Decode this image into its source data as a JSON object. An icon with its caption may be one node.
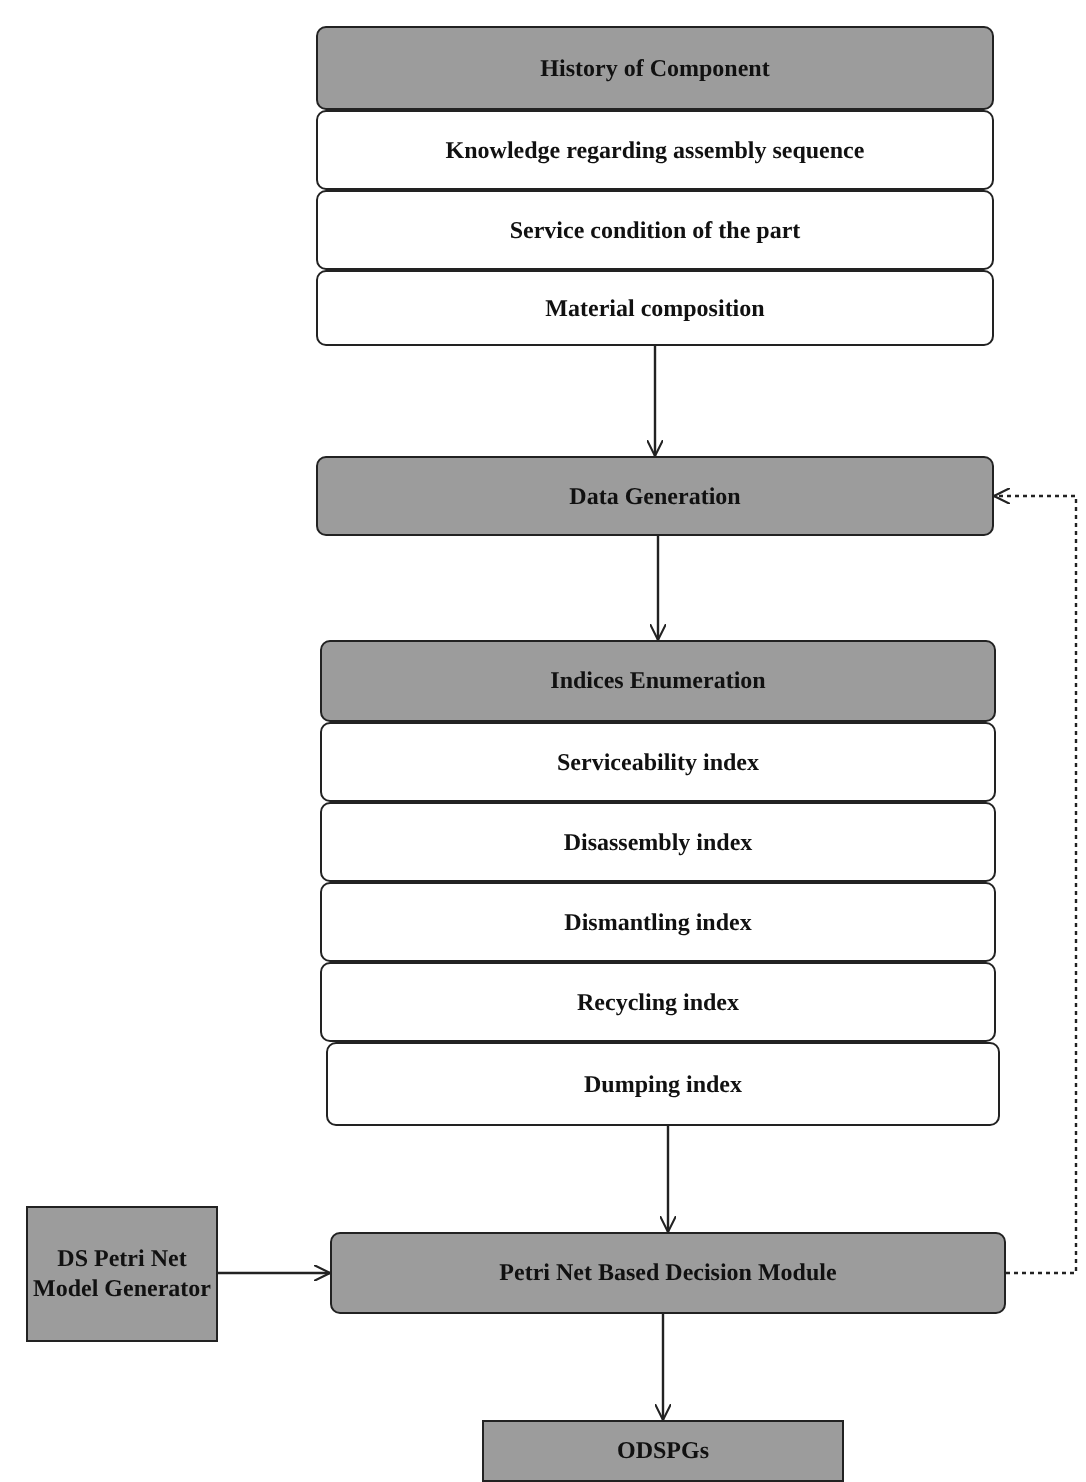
{
  "diagram": {
    "nodes": [
      {
        "text": [
          "History of Component"
        ]
      },
      {
        "text": [
          "Knowledge regarding assembly sequence"
        ]
      },
      {
        "text": [
          "Service condition of the part"
        ]
      },
      {
        "text": [
          "Material composition"
        ]
      },
      {
        "text": [
          "Data Generation"
        ]
      },
      {
        "text": [
          "Indices Enumeration"
        ]
      },
      {
        "text": [
          "Serviceability index"
        ]
      },
      {
        "text": [
          "Disassembly index"
        ]
      },
      {
        "text": [
          "Dismantling index"
        ]
      },
      {
        "text": [
          "Recycling index"
        ]
      },
      {
        "text": [
          "Dumping index"
        ]
      },
      {
        "text": [
          "DS Petri Net Model Generator"
        ]
      },
      {
        "text": [
          "Petri Net Based Decision Module"
        ]
      },
      {
        "text": [
          "ODSPGs"
        ]
      }
    ],
    "edges": [
      {
        "from": 3,
        "to": 4,
        "arrow": "to"
      },
      {
        "from": 4,
        "to": 5,
        "arrow": "to"
      },
      {
        "from": 10,
        "to": 12,
        "arrow": "to"
      },
      {
        "from": 11,
        "to": 12,
        "arrow": "to"
      },
      {
        "from": 12,
        "to": 13,
        "arrow": "to"
      },
      {
        "from": 12,
        "to": 4,
        "arrow": "to",
        "style": "dashed"
      }
    ]
  }
}
